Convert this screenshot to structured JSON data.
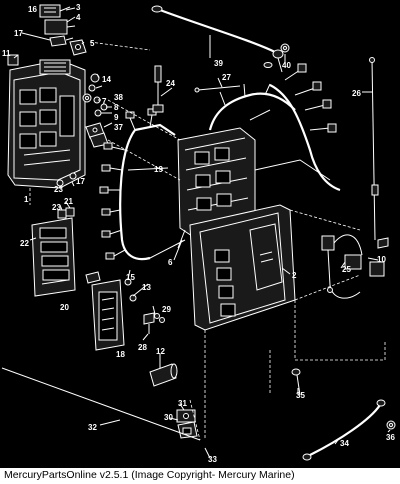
{
  "caption": "MercuryPartsOnline v2.5.1 (Image Copyright- Mercury Marine)",
  "callouts": [
    "1",
    "2",
    "3",
    "4",
    "5",
    "6",
    "7",
    "8",
    "9",
    "10",
    "11",
    "12",
    "13",
    "14",
    "15",
    "16",
    "17",
    "18",
    "19",
    "20",
    "21",
    "22",
    "23",
    "24",
    "25",
    "26",
    "27",
    "28",
    "29",
    "30",
    "31",
    "32",
    "33",
    "34",
    "35",
    "36",
    "37",
    "38",
    "39",
    "40"
  ],
  "colors": {
    "background": "#000000",
    "lines": "#ffffff",
    "caption_bar": "#ffffff",
    "caption_text": "#000000"
  }
}
